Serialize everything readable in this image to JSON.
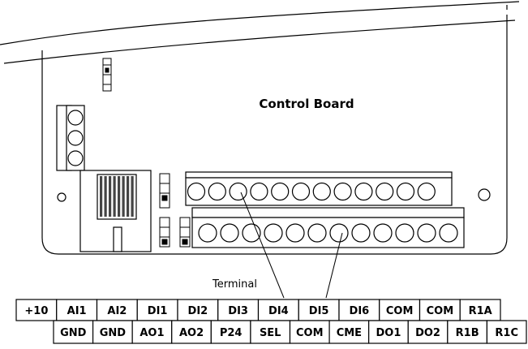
{
  "board": {
    "title": "Control Board"
  },
  "callout": {
    "label": "Terminal"
  },
  "terminals": {
    "top_row": [
      "+10",
      "AI1",
      "AI2",
      "DI1",
      "DI2",
      "DI3",
      "DI4",
      "DI5",
      "DI6",
      "COM",
      "COM",
      "R1A"
    ],
    "bottom_row": [
      "GND",
      "GND",
      "AO1",
      "AO2",
      "P24",
      "SEL",
      "COM",
      "CME",
      "DO1",
      "DO2",
      "R1B",
      "R1C"
    ]
  },
  "colors": {
    "line": "#000000",
    "fill": "#ffffff",
    "component": "#d9d9d9"
  }
}
